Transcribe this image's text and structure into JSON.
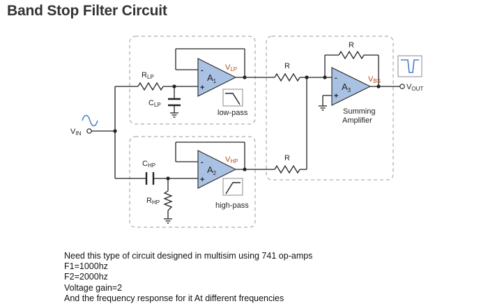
{
  "title": "Band Stop Filter Circuit",
  "labels": {
    "r_lp": "R",
    "r_lp_sub": "LP",
    "c_lp": "C",
    "c_lp_sub": "LP",
    "a1": "A",
    "a1_sub": "1",
    "v_lp": "V",
    "v_lp_sub": "LP",
    "low_pass": "low-pass",
    "c_hp": "C",
    "c_hp_sub": "HP",
    "r_hp": "R",
    "r_hp_sub": "HP",
    "a2": "A",
    "a2_sub": "2",
    "v_hp": "V",
    "v_hp_sub": "HP",
    "high_pass": "high-pass",
    "r_top": "R",
    "r_mid": "R",
    "r_bot": "R",
    "a3": "A",
    "a3_sub": "3",
    "v_bs": "V",
    "v_bs_sub": "BS",
    "v_out": "V",
    "v_out_sub": "OUT",
    "summing_1": "Summing",
    "summing_2": "Amplifier",
    "v_in": "V",
    "v_in_sub": "IN",
    "minus": "-",
    "plus": "+"
  },
  "colors": {
    "opamp_fill": "#a9c1e2",
    "wire": "#222222",
    "box": "#9a9a9a"
  },
  "notes": [
    "Need this type of circuit designed in multisim using 741 op-amps",
    "F1=1000hz",
    "F2=2000hz",
    "Voltage gain=2",
    "And the frequency response for it At different frequencies"
  ]
}
